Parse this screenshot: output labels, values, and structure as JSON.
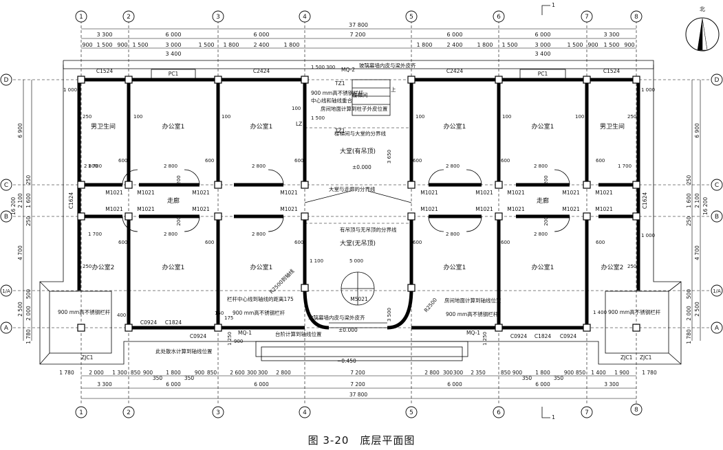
{
  "caption": "图 3-20　底层平面图",
  "north": "北",
  "section_label": "1",
  "axes_x": [
    "1",
    "2",
    "3",
    "4",
    "5",
    "6",
    "7",
    "8"
  ],
  "axes_y": [
    "D",
    "C",
    "B",
    "1/A",
    "A"
  ],
  "dims_top": {
    "total": "37 800",
    "bays": [
      "3 300",
      "6 000",
      "6 000",
      "7 200",
      "6 000",
      "6 000",
      "3 300"
    ],
    "row3": [
      "900",
      "1 500",
      "900",
      "1 500",
      "3 000",
      "1 500",
      "1 800",
      "2 400",
      "1 800",
      "1 800",
      "2 400",
      "1 800",
      "1 500",
      "3 000",
      "1 500",
      "900",
      "1 500",
      "900"
    ],
    "window_span": "3 400"
  },
  "dims_bottom": {
    "total": "37 800",
    "bays": [
      "3 300",
      "6 000",
      "6 000",
      "7 200",
      "6 000",
      "6 000",
      "3 300"
    ],
    "row1": [
      "1 780",
      "2 000",
      "1 300",
      "850",
      "900",
      "350",
      "1 800",
      "350",
      "900",
      "850",
      "2 600",
      "300",
      "300",
      "2 800",
      "7 200",
      "2 800",
      "300",
      "300",
      "2 350",
      "850",
      "900",
      "350",
      "1 800",
      "350",
      "900",
      "850",
      "1 400",
      "1 900",
      "1 780"
    ]
  },
  "dims_left": [
    "6 900",
    "2 100",
    "1 600",
    "250",
    "250",
    "4 700",
    "2 500",
    "2 000",
    "500",
    "1 780",
    "16 200"
  ],
  "dims_right": [
    "6 900",
    "2 100",
    "1 600",
    "250",
    "250",
    "4 700",
    "2 500",
    "2 000",
    "500",
    "1 780",
    "16 200"
  ],
  "rooms": {
    "toilet": "男卫生间",
    "office1": "办公室1",
    "office2": "办公室2",
    "hall_ceiling": "大堂(有吊顶)",
    "hall_no_ceiling": "大堂(无吊顶)",
    "corridor": "走廊",
    "stair": "楼梯间"
  },
  "doors": {
    "m1021": "M1021",
    "m5021": "M5021",
    "mq1": "MQ-1",
    "mq2": "MQ-2"
  },
  "windows": {
    "c1524": "C1524",
    "pc1": "PC1",
    "c2424": "C2424",
    "c1624": "C1624",
    "c0924": "C0924",
    "c1824": "C1824"
  },
  "notes": {
    "curtain_wall": "玻璃幕墙内皮与梁外皮齐",
    "tz1": "TZ1",
    "railing_stair": "900 mm高不锈钢栏杆",
    "center_line": "中心线和轴线重合",
    "stair_top": "楼梯间",
    "floor_level": "房间地面计算到柱子外皮位置",
    "stair_hall_line": "楼梯间与大堂的分界线",
    "lz": "LZ",
    "elev_0": "±0.000",
    "hall_corridor_line": "大堂与走廊的分界线",
    "ceiling_line": "有吊顶与无吊顶的分界线",
    "railing_center": "栏杆中心线到轴线的距离175",
    "railing": "900 mm高不锈钢栏杆",
    "r2500": "R2500到轴线",
    "floor_axis": "房间地面计算到轴线位置",
    "steps": "台阶计算到轴线位置",
    "apron": "此处散水计算到轴线位置",
    "zjc1": "ZJC1",
    "elev_minus": "−0.450",
    "up": "上",
    "r2500b": "R2500"
  },
  "small_dims": [
    "250",
    "100",
    "600",
    "1 000",
    "1 700",
    "2 800",
    "200",
    "1 100",
    "5 000",
    "3 650",
    "3 500",
    "1 500",
    "300",
    "150",
    "400",
    "1 250",
    "900",
    "1 400",
    "175"
  ]
}
